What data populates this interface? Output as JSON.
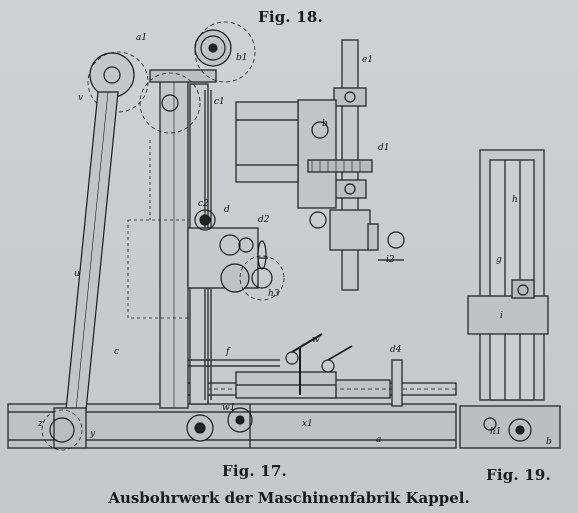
{
  "figures": {
    "fig18": "Fig. 18.",
    "fig17": "Fig. 17.",
    "fig19": "Fig. 19."
  },
  "caption": "Ausbohrwerk der Maschinenfabrik Kappel.",
  "part_labels": [
    "a1",
    "b1",
    "v",
    "c1",
    "c2",
    "e1",
    "b",
    "d1",
    "d",
    "d2",
    "i2",
    "u",
    "h3",
    "c",
    "w",
    "d4",
    "f",
    "w1",
    "z",
    "y",
    "x1",
    "a",
    "h",
    "g",
    "i",
    "h1",
    "b"
  ]
}
